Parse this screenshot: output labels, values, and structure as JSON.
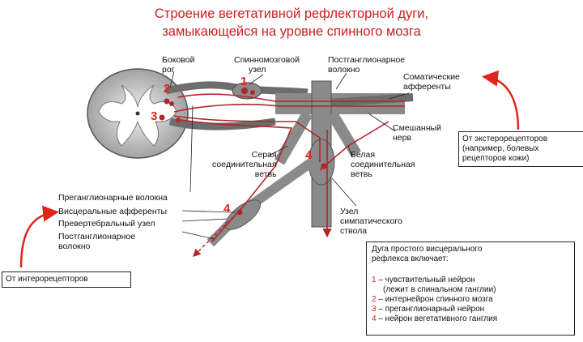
{
  "title": {
    "line1": "Строение вегетативной рефлекторной дуги,",
    "line2": "замыкающейся на уровне спинного мозга"
  },
  "labels": {
    "lateral_horn_1": "Боковой",
    "lateral_horn_2": "рог",
    "spinal_ganglion_1": "Спинномозговой",
    "spinal_ganglion_2": "узел",
    "postganglionic_fiber_top_1": "Постганглионарное",
    "postganglionic_fiber_top_2": "волокно",
    "somatic_afferents_1": "Соматические",
    "somatic_afferents_2": "афференты",
    "mixed_nerve_1": "Смешанный",
    "mixed_nerve_2": "нерв",
    "gray_ramus_1": "Серая",
    "gray_ramus_2": "соединительная",
    "gray_ramus_3": "ветвь",
    "white_ramus_1": "Белая",
    "white_ramus_2": "соединительная",
    "white_ramus_3": "ветвь",
    "sympathetic_ganglion_1": "Узел",
    "sympathetic_ganglion_2": "симпатического",
    "sympathetic_ganglion_3": "ствола",
    "preganglionic_fibers": "Преганглионарные волокна",
    "visceral_afferents": "Висцеральные афференты",
    "prevertebral_ganglion": "Превертебральный узел",
    "postganglionic_fiber_bottom_1": "Постганглионарное",
    "postganglionic_fiber_bottom_2": "волокно"
  },
  "numbers": {
    "n1": "1",
    "n2": "2",
    "n3": "3",
    "n4a": "4",
    "n4b": "4"
  },
  "boxes": {
    "exteroceptors_1": "От экстерорецепторов",
    "exteroceptors_2": "(например, болевых",
    "exteroceptors_3": "рецепторов кожи)",
    "interoceptors": "От интерорецепторов"
  },
  "legend": {
    "heading_1": "Дуга простого висцерального",
    "heading_2": "рефлекса включает:",
    "item1_num": "1",
    "item1_text": " – чувствительный нейрон",
    "item1_note": "(лежит в спинальном ганглии)",
    "item2_num": "2",
    "item2_text": " – интернейрон спинного мозга",
    "item3_num": "3",
    "item3_text": " – преганглионарный нейрон",
    "item4_num": "4",
    "item4_text": " – нейрон вегетативного ганглия"
  },
  "colors": {
    "title": "#cc1f1f",
    "nerve_fill": "#8a8a8a",
    "fiber_red": "#b0262a",
    "arrow_red": "#e0241b"
  }
}
